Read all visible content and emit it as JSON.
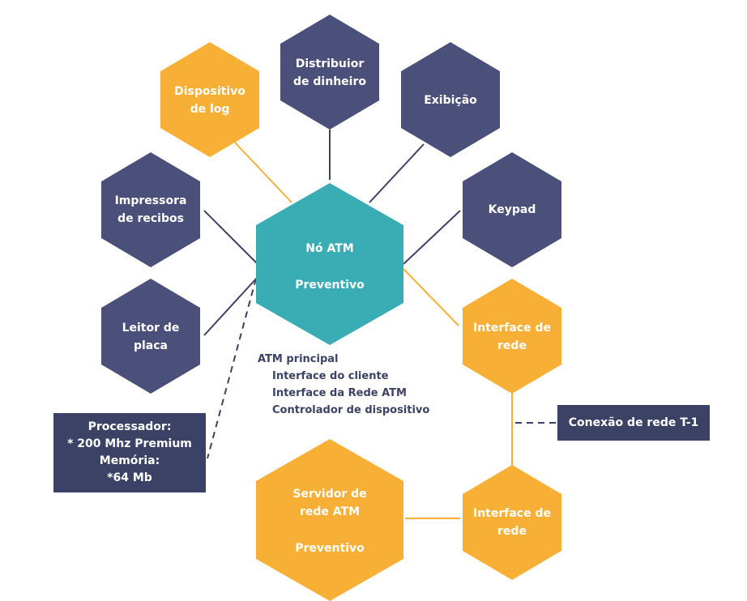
{
  "colors": {
    "navy": "#4a507a",
    "orange": "#f7b035",
    "teal": "#3aacb4",
    "box": "#3b4266",
    "line_navy": "#3b4266",
    "line_orange": "#f7b035"
  },
  "nodes": {
    "log": {
      "line1": "Dispositivo",
      "line2": "de log"
    },
    "dist": {
      "line1": "Distribuior",
      "line2": "de dinheiro"
    },
    "exib": {
      "line1": "Exibição"
    },
    "keypad": {
      "line1": "Keypad"
    },
    "impressora": {
      "line1": "Impressora",
      "line2": "de recibos"
    },
    "leitor": {
      "line1": "Leitor de",
      "line2": "placa"
    },
    "center": {
      "line1": "Nó ATM",
      "line2": "Preventivo"
    },
    "iface1": {
      "line1": "Interface de",
      "line2": "rede"
    },
    "iface2": {
      "line1": "Interface de",
      "line2": "rede"
    },
    "servidor": {
      "line1": "Servidor de",
      "line2": "rede ATM",
      "line3": "Preventivo"
    }
  },
  "atm_notes": {
    "title": "ATM principal",
    "items": [
      "Interface do cliente",
      "Interface da Rede ATM",
      "Controlador de dispositivo"
    ]
  },
  "processor_box": {
    "line1": "Processador:",
    "line2": "* 200 Mhz Premium",
    "line3": "Memória:",
    "line4": "*64 Mb"
  },
  "connection_box": {
    "label": "Conexão de rede T-1"
  }
}
